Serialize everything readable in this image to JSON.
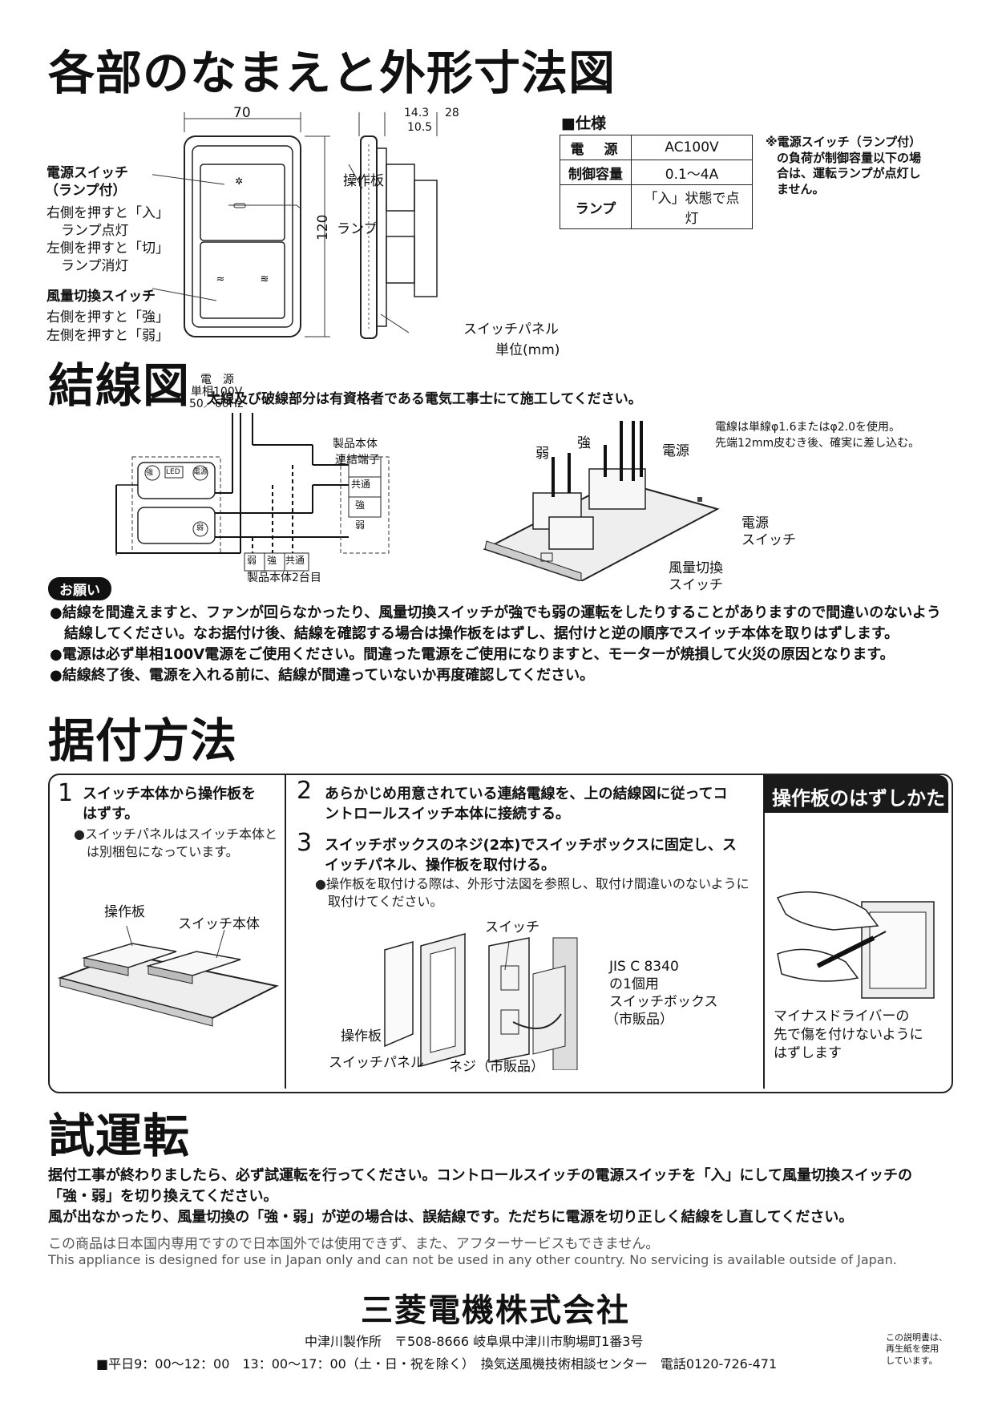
{
  "section1": {
    "title": "各部のなまえと外形寸法図",
    "dims": {
      "width": "70",
      "height": "120",
      "side_a": "14.3",
      "side_b": "28",
      "side_c": "10.5"
    },
    "labels": {
      "power_switch": "電源スイッチ",
      "power_switch_sub": "（ランプ付）",
      "power_right": "右側を押すと「入」",
      "power_right_sub": "ランプ点灯",
      "power_left": "左側を押すと「切」",
      "power_left_sub": "ランプ消灯",
      "fan_switch": "風量切換スイッチ",
      "fan_right": "右側を押すと「強」",
      "fan_left": "左側を押すと「弱」",
      "lamp": "ランプ",
      "control_plate": "操作板",
      "switch_panel": "スイッチパネル",
      "unit": "単位(mm)"
    },
    "spec": {
      "heading": "■仕様",
      "rows": [
        {
          "key": "電　源",
          "value": "AC100V"
        },
        {
          "key": "制御容量",
          "value": "0.1～4A"
        },
        {
          "key": "ランプ",
          "value": "「入」状態で点灯"
        }
      ],
      "note": [
        "※電源スイッチ（ランプ付）",
        "の負荷が制御容量以下の場",
        "合は、運転ランプが点灯し",
        "ません。"
      ]
    }
  },
  "section2": {
    "title": "結線図",
    "subtitle": "太線及び破線部分は有資格者である電気工事士にて施工してください。",
    "diagram": {
      "power_label": "電　源",
      "power_spec1": "単相100V",
      "power_spec2": "50／60Hz",
      "product_body": "製品本体",
      "terminal": "連結端子",
      "terms": [
        "共通",
        "強",
        "弱"
      ],
      "second_terms": [
        "弱",
        "強",
        "共通"
      ],
      "second_body": "製品本体2台目",
      "sw_labels": [
        "強",
        "LED",
        "電源",
        "弱"
      ]
    },
    "wiring_note": [
      "電線は単線φ1.6またはφ2.0を使用。",
      "先端12mm皮むき後、確実に差し込む。"
    ],
    "wiring_labels": {
      "weak": "弱",
      "strong": "強",
      "power": "電源",
      "power_switch": "電源\nスイッチ",
      "power_switch_1": "電源",
      "power_switch_2": "スイッチ",
      "fan_1": "風量切換",
      "fan_2": "スイッチ"
    },
    "request_label": "お願い",
    "requests": [
      "●結線を間違えますと、ファンが回らなかったり、風量切換スイッチが強でも弱の運転をしたりすることがありますので間違いのないよう結線してください。なお据付け後、結線を確認する場合は操作板をはずし、据付けと逆の順序でスイッチ本体を取りはずします。",
      "●電源は必ず単相100V電源をご使用ください。間違った電源をご使用になりますと、モーターが焼損して火災の原因となります。",
      "●結線終了後、電源を入れる前に、結線が間違っていないか再度確認してください。"
    ]
  },
  "section3": {
    "title": "据付方法",
    "step1": {
      "num": "1",
      "text": "スイッチ本体から操作板をはずす。",
      "note": "●スイッチパネルはスイッチ本体とは別梱包になっています。",
      "fig_control": "操作板",
      "fig_body": "スイッチ本体"
    },
    "step2": {
      "num": "2",
      "text": "あらかじめ用意されている連絡電線を、上の結線図に従ってコントロールスイッチ本体に接続する。"
    },
    "step3": {
      "num": "3",
      "text": "スイッチボックスのネジ(2本)でスイッチボックスに固定し、スイッチパネル、操作板を取付ける。",
      "note": "●操作板を取付ける際は、外形寸法図を参照し、取付け間違いのないように取付けてください。"
    },
    "fig": {
      "switch": "スイッチ",
      "jis1": "JIS C 8340",
      "jis2": "の1個用",
      "jis3": "スイッチボックス",
      "jis4": "（市販品）",
      "control": "操作板",
      "panel": "スイッチパネル",
      "screw": "ネジ（市販品）"
    },
    "remove": {
      "title": "操作板のはずしかた",
      "note": [
        "マイナスドライバーの",
        "先で傷を付けないように",
        "はずします"
      ]
    }
  },
  "section4": {
    "title": "試運転",
    "lines": [
      "据付工事が終わりましたら、必ず試運転を行ってください。コントロールスイッチの電源スイッチを「入」にして風量切換スイッチの「強・弱」を切り換えてください。",
      "風が出なかったり、風量切換の「強・弱」が逆の場合は、誤結線です。ただちに電源を切り正しく結線をし直してください。"
    ],
    "japan_only_ja": "この商品は日本国内専用ですので日本国外では使用できず、また、アフターサービスもできません。",
    "japan_only_en": "This appliance is designed for use in Japan only and can not be used in any other country. No servicing is available outside of Japan."
  },
  "footer": {
    "company": "三菱電機株式会社",
    "address": "中津川製作所　〒508-8666 岐阜県中津川市駒場町1番3号",
    "hours": "■平日9：00～12：00　13：00～17：00（土・日・祝を除く）　換気送風機技術相談センター　電話0120-726-471",
    "recycled": [
      "この説明書は、",
      "再生紙を使用",
      "しています。"
    ]
  }
}
